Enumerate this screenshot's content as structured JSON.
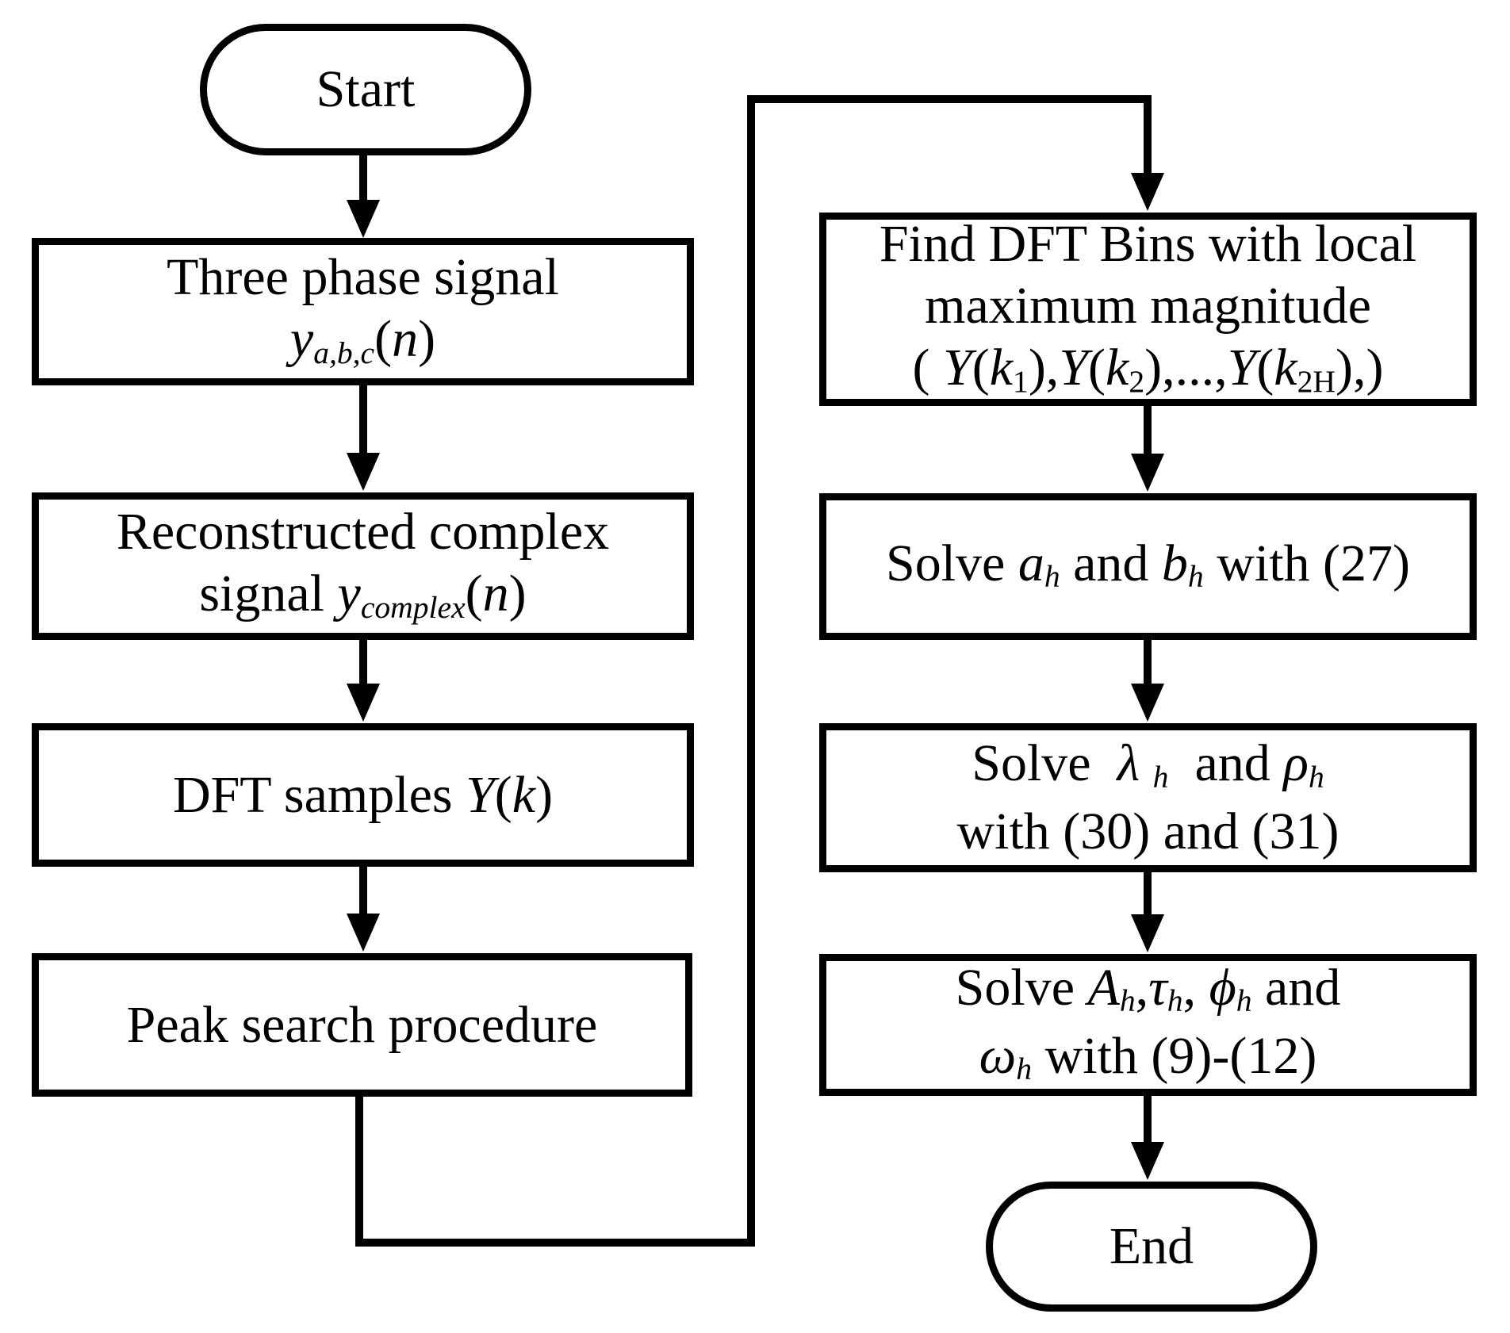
{
  "colors": {
    "ink": "#000000",
    "paper": "#ffffff"
  },
  "nodes": {
    "start": {
      "type": "terminator",
      "label": "Start"
    },
    "three_phase_signal": {
      "type": "process",
      "lines": [
        [
          {
            "t": "Three phase signal"
          }
        ],
        [
          {
            "t": "y",
            "s": "i"
          },
          {
            "t": "a,b,c",
            "s": "is"
          },
          {
            "t": "("
          },
          {
            "t": "n",
            "s": "i"
          },
          {
            "t": ")"
          }
        ]
      ]
    },
    "reconstructed_complex": {
      "type": "process",
      "lines": [
        [
          {
            "t": "Reconstructed complex"
          }
        ],
        [
          {
            "t": "signal "
          },
          {
            "t": "y",
            "s": "i"
          },
          {
            "t": "complex",
            "s": "is"
          },
          {
            "t": "("
          },
          {
            "t": "n",
            "s": "i"
          },
          {
            "t": ")"
          }
        ]
      ]
    },
    "dft_samples": {
      "type": "process",
      "lines": [
        [
          {
            "t": "DFT samples "
          },
          {
            "t": "Y",
            "s": "i"
          },
          {
            "t": "("
          },
          {
            "t": "k",
            "s": "i"
          },
          {
            "t": ")"
          }
        ]
      ]
    },
    "peak_search": {
      "type": "process",
      "lines": [
        [
          {
            "t": "Peak search procedure"
          }
        ]
      ]
    },
    "find_dft_bins": {
      "type": "process",
      "lines": [
        [
          {
            "t": "Find DFT Bins with local"
          }
        ],
        [
          {
            "t": "maximum magnitude"
          }
        ],
        [
          {
            "t": "( "
          },
          {
            "t": "Y",
            "s": "i"
          },
          {
            "t": "("
          },
          {
            "t": "k",
            "s": "i"
          },
          {
            "t": "1",
            "s": "sub"
          },
          {
            "t": "),"
          },
          {
            "t": "Y",
            "s": "i"
          },
          {
            "t": "("
          },
          {
            "t": "k",
            "s": "i"
          },
          {
            "t": "2",
            "s": "sub"
          },
          {
            "t": "),...,"
          },
          {
            "t": "Y",
            "s": "i"
          },
          {
            "t": "("
          },
          {
            "t": "k",
            "s": "i"
          },
          {
            "t": "2H",
            "s": "sub"
          },
          {
            "t": "),)"
          }
        ]
      ]
    },
    "solve_a_b": {
      "type": "process",
      "lines": [
        [
          {
            "t": "Solve "
          },
          {
            "t": "a",
            "s": "i"
          },
          {
            "t": "h",
            "s": "is"
          },
          {
            "t": " and "
          },
          {
            "t": "b",
            "s": "i"
          },
          {
            "t": "h",
            "s": "is"
          },
          {
            "t": " with (27)"
          }
        ]
      ]
    },
    "solve_lambda_rho": {
      "type": "process",
      "lines": [
        [
          {
            "t": "Solve  "
          },
          {
            "t": "λ",
            "s": "i"
          },
          {
            "t": " "
          },
          {
            "t": "h",
            "s": "is"
          },
          {
            "t": "  and "
          },
          {
            "t": "ρ",
            "s": "i"
          },
          {
            "t": "h",
            "s": "is"
          }
        ],
        [
          {
            "t": "with (30) and (31)"
          }
        ]
      ]
    },
    "solve_amplitude_phase": {
      "type": "process",
      "lines": [
        [
          {
            "t": "Solve "
          },
          {
            "t": "A",
            "s": "i"
          },
          {
            "t": "h",
            "s": "is"
          },
          {
            "t": ","
          },
          {
            "t": "τ",
            "s": "i"
          },
          {
            "t": "h",
            "s": "is"
          },
          {
            "t": ", "
          },
          {
            "t": "ϕ",
            "s": "i"
          },
          {
            "t": "h",
            "s": "is"
          },
          {
            "t": " and"
          }
        ],
        [
          {
            "t": "ω",
            "s": "i"
          },
          {
            "t": "h",
            "s": "is"
          },
          {
            "t": " with (9)-(12)"
          }
        ]
      ]
    },
    "end": {
      "type": "terminator",
      "label": "End"
    }
  },
  "edges": [
    {
      "from": "start",
      "to": "three_phase_signal"
    },
    {
      "from": "three_phase_signal",
      "to": "reconstructed_complex"
    },
    {
      "from": "reconstructed_complex",
      "to": "dft_samples"
    },
    {
      "from": "dft_samples",
      "to": "peak_search"
    },
    {
      "from": "peak_search",
      "to": "find_dft_bins"
    },
    {
      "from": "find_dft_bins",
      "to": "solve_a_b"
    },
    {
      "from": "solve_a_b",
      "to": "solve_lambda_rho"
    },
    {
      "from": "solve_lambda_rho",
      "to": "solve_amplitude_phase"
    },
    {
      "from": "solve_amplitude_phase",
      "to": "end"
    }
  ]
}
